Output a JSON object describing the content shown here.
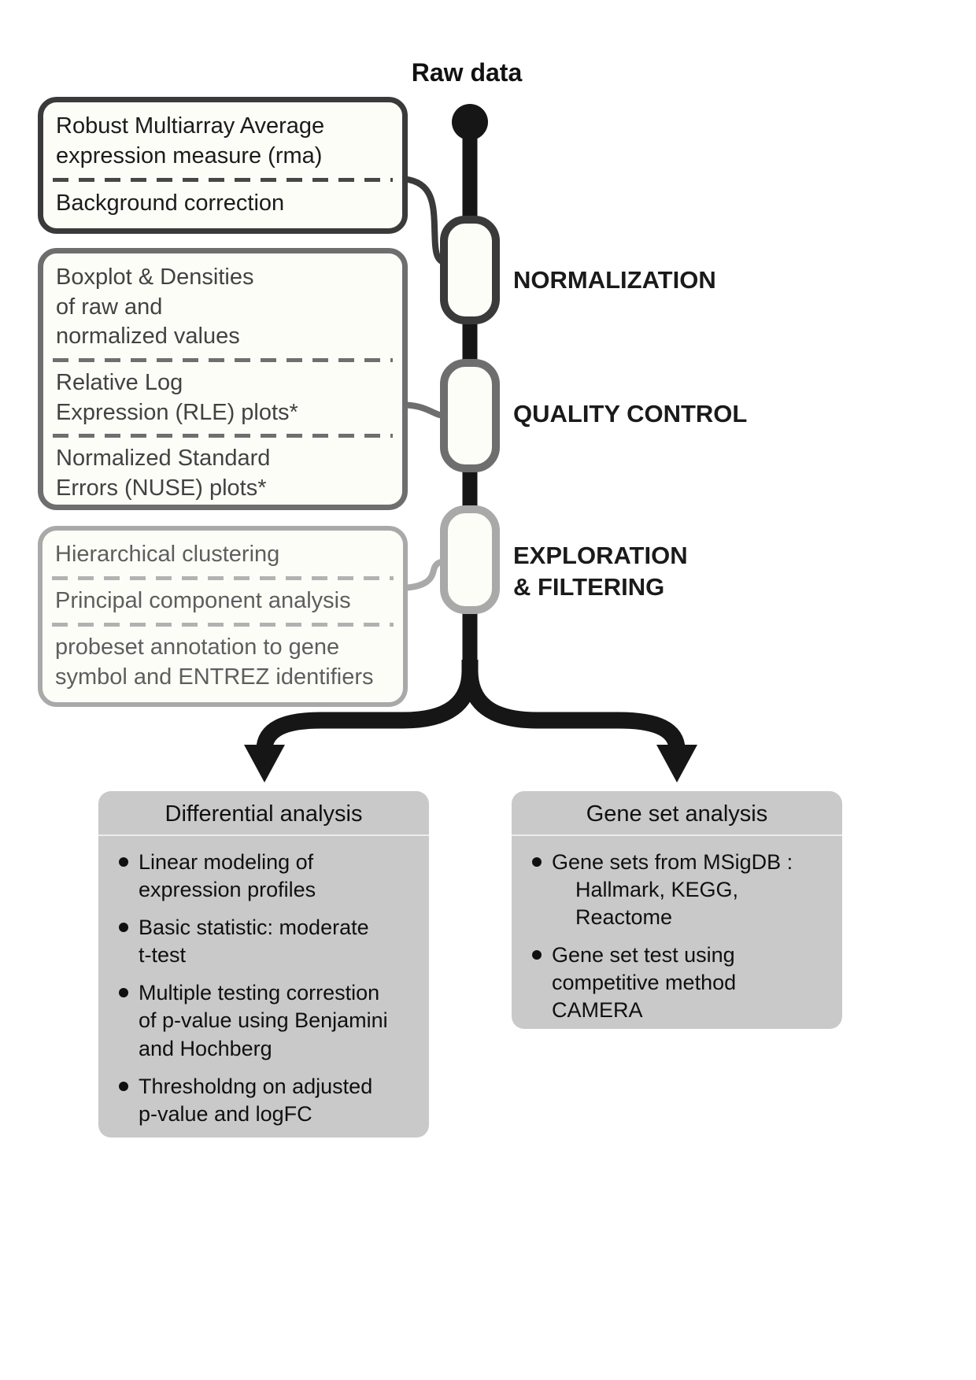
{
  "title": "Raw data",
  "stages": [
    {
      "label": "NORMALIZATION",
      "items": [
        "Robust Multiarray Average\nexpression measure (rma)",
        "Background correction"
      ]
    },
    {
      "label": "QUALITY CONTROL",
      "items": [
        "Boxplot & Densities\nof raw and\nnormalized values",
        "Relative Log\nExpression (RLE) plots*",
        "Normalized Standard\nErrors (NUSE) plots*"
      ]
    },
    {
      "label": "EXPLORATION\n& FILTERING",
      "items": [
        "Hierarchical clustering",
        "Principal component analysis",
        "probeset annotation to gene\nsymbol and ENTREZ identifiers"
      ]
    }
  ],
  "panels": [
    {
      "title": "Differential analysis",
      "bullets": [
        "Linear modeling of\nexpression profiles",
        "Basic statistic: moderate\nt-test",
        "Multiple testing correstion\nof p-value using Benjamini\nand Hochberg",
        "Thresholdng on adjusted\np-value and logFC"
      ]
    },
    {
      "title": "Gene set analysis",
      "bullets": [
        "Gene sets from MSigDB :\n    Hallmark, KEGG,\n    Reactome",
        "Gene set test using\ncompetitive method\nCAMERA"
      ]
    }
  ],
  "colors": {
    "stage1_border": "#3a3a3a",
    "stage2_border": "#6e6e6e",
    "stage3_border": "#a9a9a9",
    "spine": "#161616",
    "panel_bg": "#c9c9c9"
  }
}
